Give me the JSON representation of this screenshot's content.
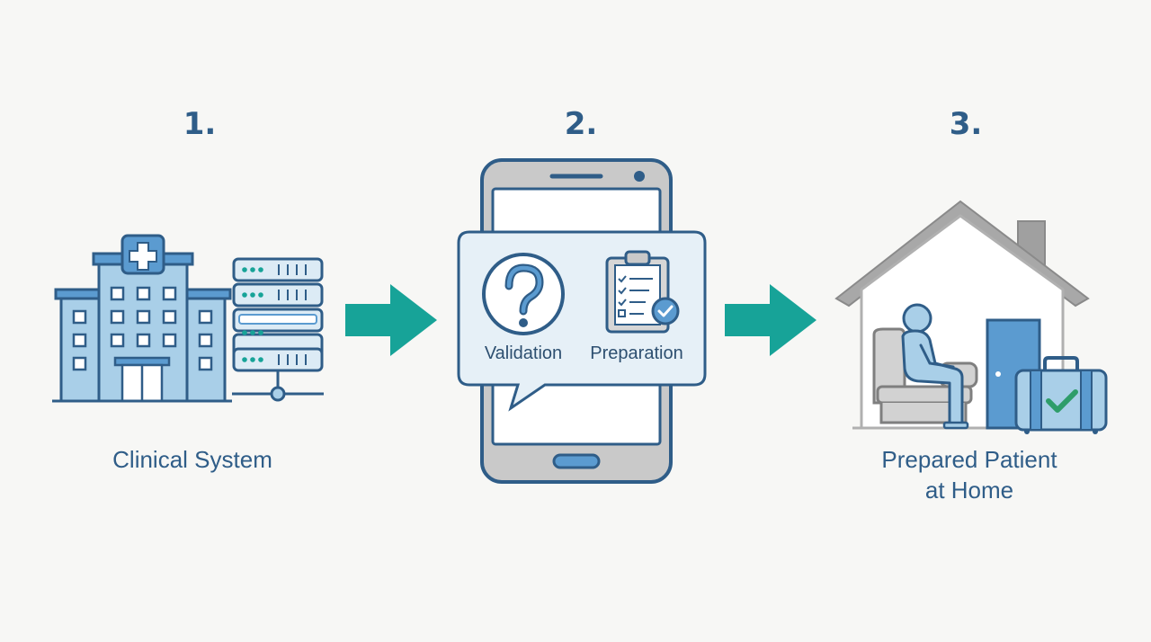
{
  "steps": [
    {
      "number": "1.",
      "label_lines": [
        "Clinical System"
      ]
    },
    {
      "number": "2.",
      "bubble_items": [
        "Validation",
        "Preparation"
      ]
    },
    {
      "number": "3.",
      "label_lines": [
        "Prepared Patient",
        "at Home"
      ]
    }
  ],
  "icons": {
    "step1": [
      "hospital-icon",
      "server-icon"
    ],
    "step2": [
      "smartphone-icon",
      "question-icon",
      "clipboard-check-icon"
    ],
    "step3": [
      "house-icon",
      "patient-armchair-icon",
      "door-icon",
      "suitcase-check-icon"
    ],
    "connectors": [
      "arrow-right-icon",
      "arrow-right-icon"
    ]
  },
  "colors": {
    "accent_teal": "#17a398",
    "primary_blue": "#2f5d88",
    "light_blue": "#a9cfe8",
    "gray": "#c9c9c9",
    "check_green": "#2e9d6a"
  }
}
